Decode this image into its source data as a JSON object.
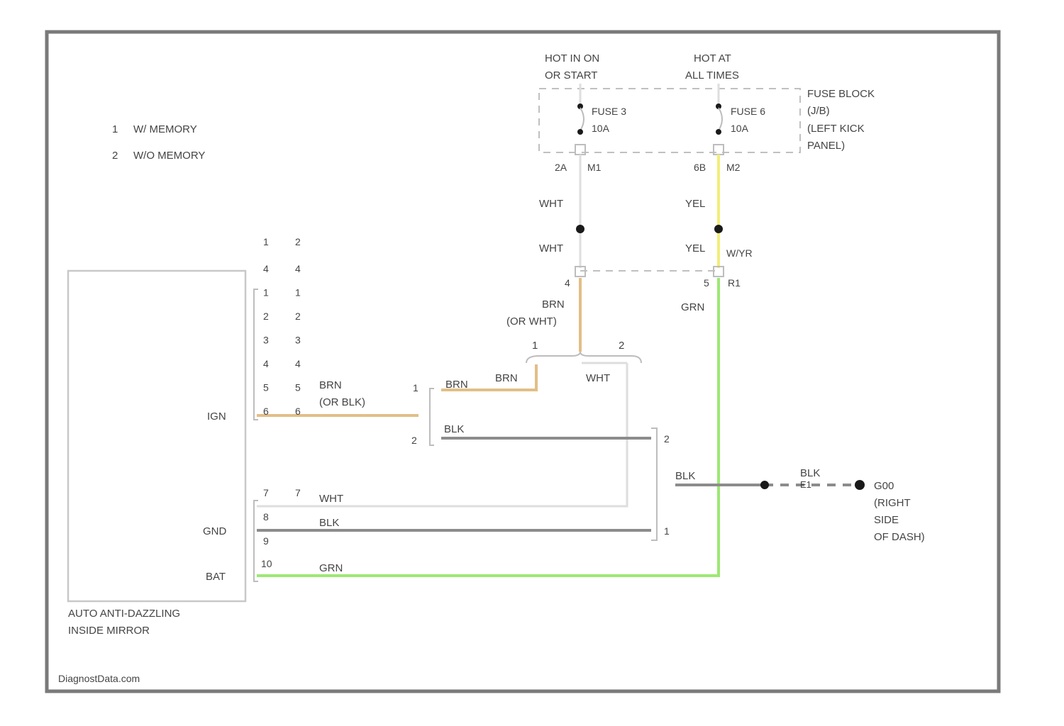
{
  "legend": {
    "item1_num": "1",
    "item1_text": "W/ MEMORY",
    "item2_num": "2",
    "item2_text": "W/O MEMORY"
  },
  "power": {
    "hot_ign_line1": "HOT IN ON",
    "hot_ign_line2": "OR START",
    "hot_at_line1": "HOT AT",
    "hot_at_line2": "ALL TIMES",
    "fuse1_name": "FUSE 3",
    "fuse1_rating": "10A",
    "fuse2_name": "FUSE 6",
    "fuse2_rating": "10A",
    "fuse_block_line1": "FUSE BLOCK",
    "fuse_block_line2": "(J/B)",
    "fuse_block_line3": "(LEFT KICK",
    "fuse_block_line4": "PANEL)",
    "fuse1_terminal_a": "2A",
    "fuse1_terminal_b": "M1",
    "fuse2_terminal_a": "6B",
    "fuse2_terminal_b": "M2",
    "wire_wht_1": "WHT",
    "wire_wht_2": "WHT",
    "wire_yel_1": "YEL",
    "wire_yel_2": "YEL",
    "splice_yel": "W/YR",
    "pin_4": "4",
    "pin_5": "5",
    "pin_r1": "R1",
    "wire_brn": "BRN",
    "wire_or_wht": "(OR WHT)",
    "wire_grn": "GRN"
  },
  "switch": {
    "pin_1": "1",
    "pin_2": "2",
    "wire_brn_1": "BRN",
    "wire_brn_2": "BRN",
    "wire_wht": "WHT"
  },
  "mirror": {
    "col1_header": "1",
    "col2_header": "2",
    "col1_pins": [
      "4",
      "1",
      "2",
      "3",
      "4",
      "5",
      "6"
    ],
    "col2_pins": [
      "4",
      "1",
      "2",
      "3",
      "4",
      "5",
      "6"
    ],
    "label_ign": "IGN",
    "label_gnd": "GND",
    "label_bat": "BAT",
    "pin_7a": "7",
    "pin_7b": "7",
    "pin_8": "8",
    "pin_9": "9",
    "pin_10": "10",
    "name_line1": "AUTO ANTI-DAZZLING",
    "name_line2": "INSIDE MIRROR"
  },
  "wires": {
    "brn_line1": "BRN",
    "brn_line2": "(OR BLK)",
    "brn_pin": "1",
    "blk_pin_left": "2",
    "blk_label": "BLK",
    "blk_pin_right": "2",
    "wht_label": "WHT",
    "blk_label_gnd": "BLK",
    "blk_pin_gnd": "1",
    "grn_label": "GRN"
  },
  "ground": {
    "wire_blk_1": "BLK",
    "wire_blk_2": "BLK",
    "wire_extra": "E1",
    "ground_id": "G00",
    "ground_line2": "(RIGHT",
    "ground_line3": "SIDE",
    "ground_line4": "OF DASH)"
  },
  "watermark": "DiagnostData.com",
  "colors": {
    "frame": "#7a7a7a",
    "wire_white": "#dedede",
    "wire_yellow": "#f2ee7a",
    "wire_brown": "#e2be86",
    "wire_black": "#8c8c8c",
    "wire_green": "#9ce873"
  }
}
